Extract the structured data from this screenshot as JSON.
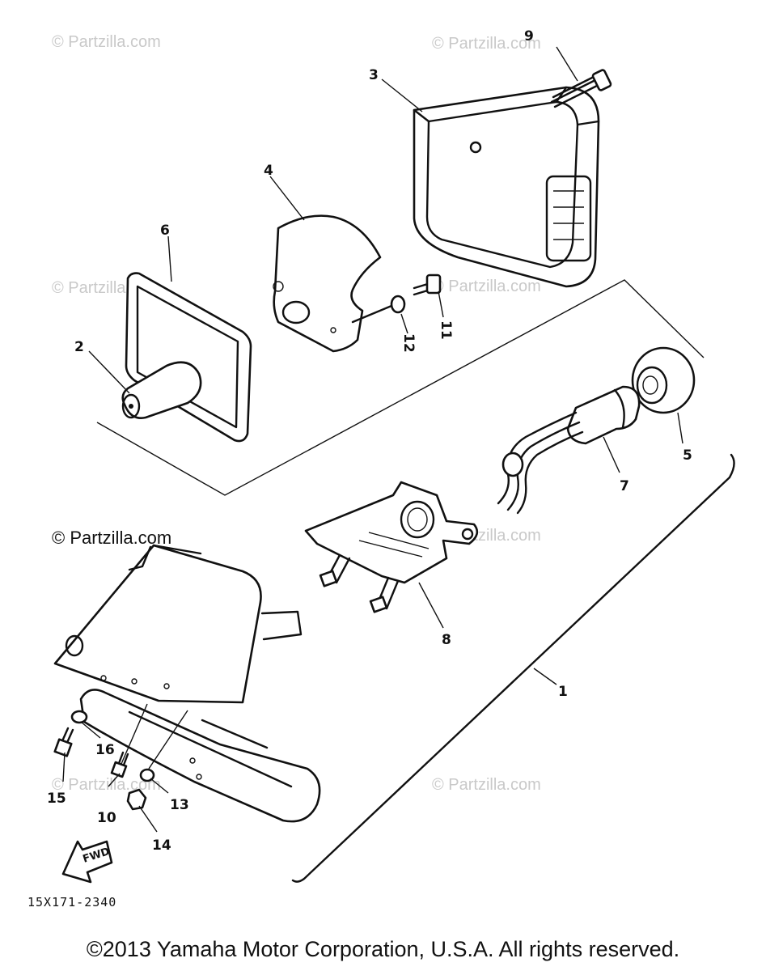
{
  "watermarks": [
    "© Partzilla.com",
    "© Partzilla.com",
    "© Partzilla.com",
    "© Partzilla.com",
    "© Partzilla.com",
    "© Partzilla.com",
    "© Partzilla.com",
    "© Partzilla.com"
  ],
  "callouts": {
    "c1": "1",
    "c2": "2",
    "c3": "3",
    "c4": "4",
    "c5": "5",
    "c6": "6",
    "c7": "7",
    "c8": "8",
    "c9": "9",
    "c10": "10",
    "c11": "11",
    "c12": "12",
    "c13": "13",
    "c14": "14",
    "c15": "15",
    "c16": "16"
  },
  "fwd_label": "FWD",
  "diagram_code": "15X171-2340",
  "copyright": "©2013 Yamaha Motor Corporation, U.S.A. All rights reserved."
}
